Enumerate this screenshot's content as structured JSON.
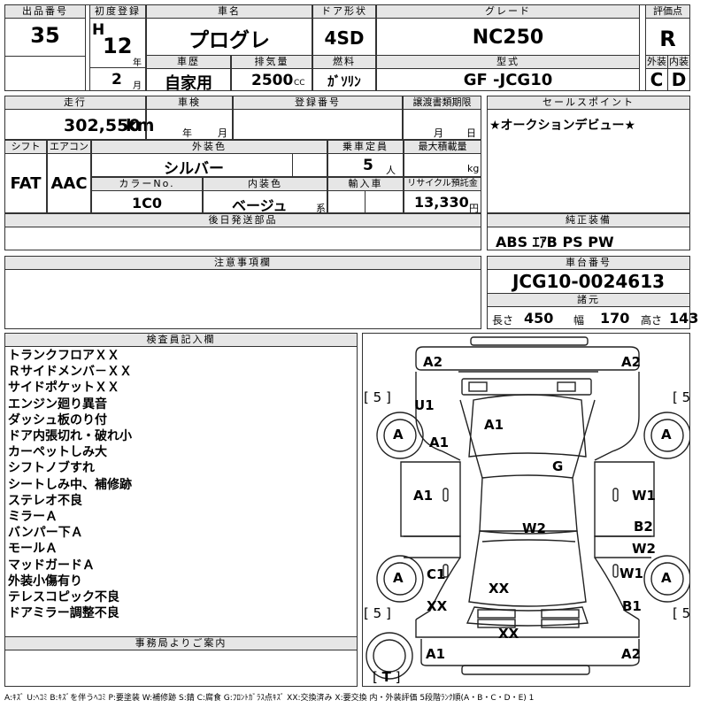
{
  "header": {
    "lot_no_label": "出品番号",
    "lot_no": "35",
    "first_reg_label": "初度登録",
    "era": "H",
    "year": "12",
    "year_unit": "年",
    "month": "2",
    "month_unit": "月",
    "car_name_label": "車名",
    "car_name": "プログレ",
    "door_label": "ドア形状",
    "door": "4SD",
    "grade_label": "グレード",
    "grade": "NC250",
    "score_label": "評価点",
    "score": "R",
    "history_label": "車歴",
    "history": "自家用",
    "displacement_label": "排気量",
    "displacement": "2500",
    "displacement_unit": "CC",
    "fuel_label": "燃料",
    "fuel": "ｶﾞｿﾘﾝ",
    "model_label": "型式",
    "model": "GF -JCG10",
    "exterior_label": "外装",
    "exterior": "C",
    "interior_label": "内装",
    "interior": "D"
  },
  "row2": {
    "mileage_label": "走行",
    "mileage": "302,550",
    "mileage_unit": "km",
    "inspection_label": "車検",
    "inspection_year_unit": "年",
    "inspection_month_unit": "月",
    "reg_no_label": "登録番号",
    "transfer_label": "譲渡書類期限",
    "transfer_month_unit": "月",
    "transfer_day_unit": "日",
    "shift_label": "シフト",
    "shift": "FAT",
    "aircon_label": "エアコン",
    "aircon": "AAC",
    "color_label": "外装色",
    "color": "シルバー",
    "capacity_label": "乗車定員",
    "capacity": "5",
    "capacity_unit": "人",
    "load_label": "最大積載量",
    "load_unit": "kg",
    "color_no_label": "カラーNo.",
    "color_no": "1C0",
    "int_color_label": "内装色",
    "int_color": "ベージュ",
    "int_color_unit": "系",
    "import_label": "輸入車",
    "recycle_label": "リサイクル預託金",
    "recycle": "13,330",
    "recycle_unit": "円",
    "later_parts_label": "後日発送部品"
  },
  "sales": {
    "label": "セールスポイント",
    "text": "★オークションデビュー★",
    "equip_label": "純正装備",
    "equip": "ABS ｴｱB PS PW"
  },
  "notes_label": "注意事項欄",
  "chassis": {
    "label": "車台番号",
    "number": "JCG10-0024613",
    "spec_label": "諸元",
    "length_label": "長さ",
    "length": "450",
    "width_label": "幅",
    "width": "170",
    "height_label": "高さ",
    "height": "143"
  },
  "inspector": {
    "label": "検査員記入欄",
    "notes": [
      "トランクフロアＸＸ",
      "Ｒサイドメンバ－ＸＸ",
      "サイドポケットＸＸ",
      "エンジン廻り異音",
      "ダッシュ板のり付",
      "ドア内張切れ・破れ小",
      "カーペットしみ大",
      "シフトノブすれ",
      "シートしみ中、補修跡",
      "ステレオ不良",
      "ミラーＡ",
      "バンパー下Ａ",
      "モールＡ",
      "マッドガードＡ",
      "外装小傷有り",
      "テレスコピック不良",
      "ドアミラー調整不良"
    ]
  },
  "office_label": "事務局よりご案内",
  "diagram": {
    "tires": [
      "5",
      "5",
      "5",
      "5"
    ],
    "tire_marks": [
      "A",
      "A",
      "A",
      "A"
    ],
    "spare": "T",
    "marks": {
      "a2_fl": "A2",
      "a2_fr": "A2",
      "u1": "U1",
      "a1_hood": "A1",
      "a1_fender": "A1",
      "g": "G",
      "a1_door": "A1",
      "w1_door": "W1",
      "b2": "B2",
      "w2_door": "W2",
      "w2_roof": "W2",
      "c1": "C1",
      "w1_rear": "W1",
      "xx_trunk": "XX",
      "xx_rl": "XX",
      "b1": "B1",
      "xx_bumper": "XX",
      "a1_rl": "A1",
      "a2_rr": "A2"
    }
  },
  "legend": "A:ｷｽﾞ  U:ﾍｺﾐ  B:ｷｽﾞを伴うﾍｺﾐ  P:要塗装  W:補修跡  S:錆  C:腐食  G:ﾌﾛﾝﾄｶﾞﾗｽ点ｷｽﾞ  XX:交換済み  X:要交換   内・外装評価  5段階ﾗﾝｸ順(A・B・C・D・E) 1"
}
